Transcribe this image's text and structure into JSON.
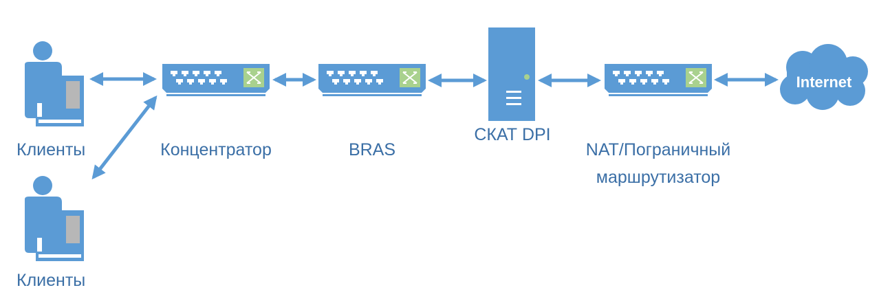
{
  "labels": {
    "clients_top": "Клиенты",
    "clients_bottom": "Клиенты",
    "concentrator": "Концентратор",
    "bras": "BRAS",
    "dpi": "СКАТ DPI",
    "border_line1": "NAT/Пограничный",
    "border_line2": "маршрутизатор",
    "internet": "Internet"
  },
  "colors": {
    "primary": "#5b9bd5",
    "label": "#3b6fa6",
    "switch_module": "#a9d18e",
    "led": "#a9d18e"
  },
  "icons": [
    "client-user-icon",
    "switch-icon",
    "server-icon",
    "cloud-icon",
    "arrow-icon"
  ]
}
